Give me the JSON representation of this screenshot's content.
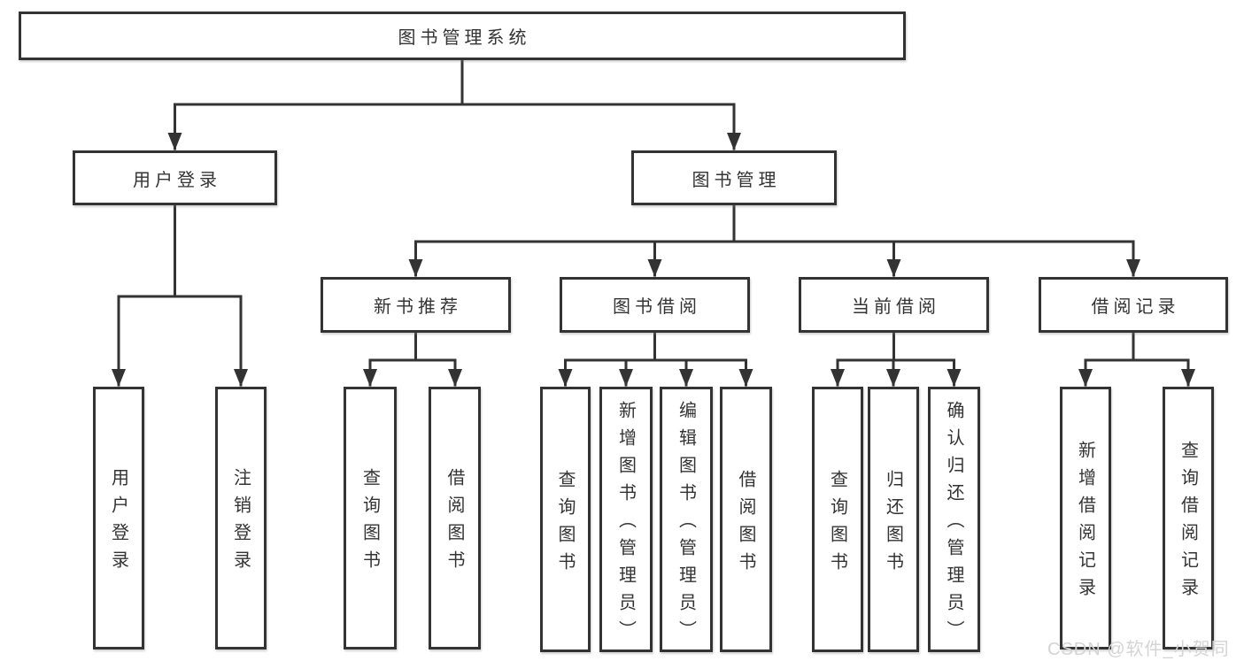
{
  "diagram": {
    "title": "图书管理系统",
    "watermark": "CSDN @软件_小贺同学",
    "colors": {
      "line": "#333333",
      "box_border": "#333333",
      "text": "#333333",
      "background": "#ffffff",
      "watermark": "#d4d4d4"
    },
    "nodes": {
      "root": "图书管理系统",
      "user_login": "用户登录",
      "book_mgmt": "图书管理",
      "new_book_rec": "新书推荐",
      "book_borrow": "图书借阅",
      "current_borrow": "当前借阅",
      "borrow_record": "借阅记录",
      "user_login_op": "用户登录",
      "logout_op": "注销登录",
      "nbr_query_book": "查询图书",
      "nbr_borrow_book": "借阅图书",
      "bb_query_book": "查询图书",
      "bb_add_book": "新增图书（管理员）",
      "bb_edit_book": "编辑图书（管理员）",
      "bb_borrow_book": "借阅图书",
      "cb_query_book": "查询图书",
      "cb_return_book": "归还图书",
      "cb_confirm_return": "确认归还（管理员）",
      "br_add_record": "新增借阅记录",
      "br_query_record": "查询借阅记录"
    },
    "edges": [
      {
        "from": "root",
        "to": [
          "user_login",
          "book_mgmt"
        ]
      },
      {
        "from": "user_login",
        "to": [
          "user_login_op",
          "logout_op"
        ]
      },
      {
        "from": "book_mgmt",
        "to": [
          "new_book_rec",
          "book_borrow",
          "current_borrow",
          "borrow_record"
        ]
      },
      {
        "from": "new_book_rec",
        "to": [
          "nbr_query_book",
          "nbr_borrow_book"
        ]
      },
      {
        "from": "book_borrow",
        "to": [
          "bb_query_book",
          "bb_add_book",
          "bb_edit_book",
          "bb_borrow_book"
        ]
      },
      {
        "from": "current_borrow",
        "to": [
          "cb_query_book",
          "cb_return_book",
          "cb_confirm_return"
        ]
      },
      {
        "from": "borrow_record",
        "to": [
          "br_add_record",
          "br_query_record"
        ]
      }
    ]
  }
}
